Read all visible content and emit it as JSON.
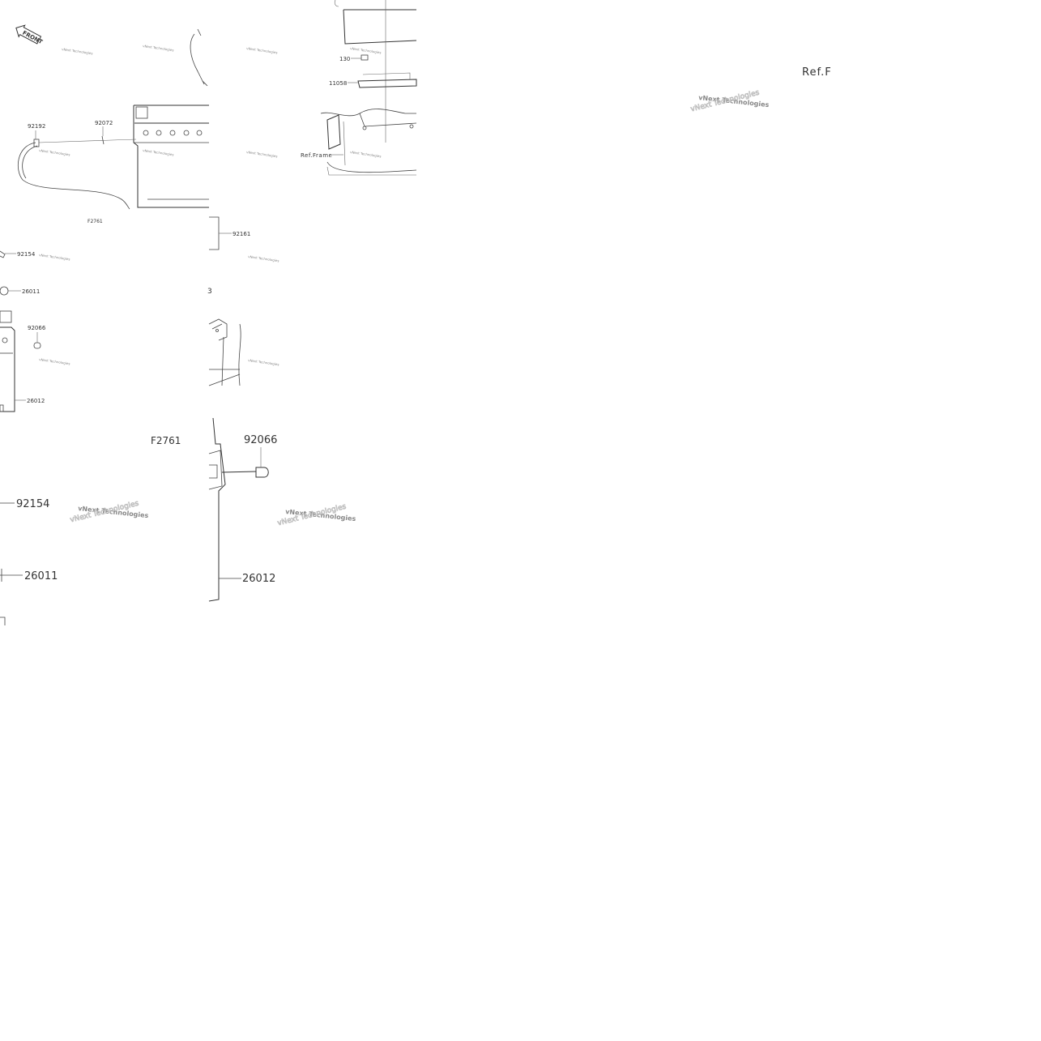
{
  "front_arrow": {
    "label": "FRONT",
    "icon": "front-arrow-icon"
  },
  "watermark": {
    "text": "vNext Technologies",
    "text_color": "#777777"
  },
  "upper_left": {
    "labels": {
      "p92192": "92192",
      "p92072": "92072",
      "f2761": "F2761",
      "p92154": "92154",
      "p26011": "26011",
      "p92066": "92066",
      "p26012": "26012"
    }
  },
  "upper_mid": {
    "labels": {
      "p130": "130",
      "p11058": "11058",
      "ref_frame": "Ref.Frame",
      "p92161": "92161",
      "partial_3": "3"
    }
  },
  "upper_right": {
    "labels": {
      "ref_f": "Ref.F"
    }
  },
  "lower_left": {
    "labels": {
      "f2761": "F2761",
      "p92154": "92154",
      "p26011": "26011"
    }
  },
  "lower_mid": {
    "labels": {
      "p92066": "92066",
      "p26012": "26012"
    }
  }
}
